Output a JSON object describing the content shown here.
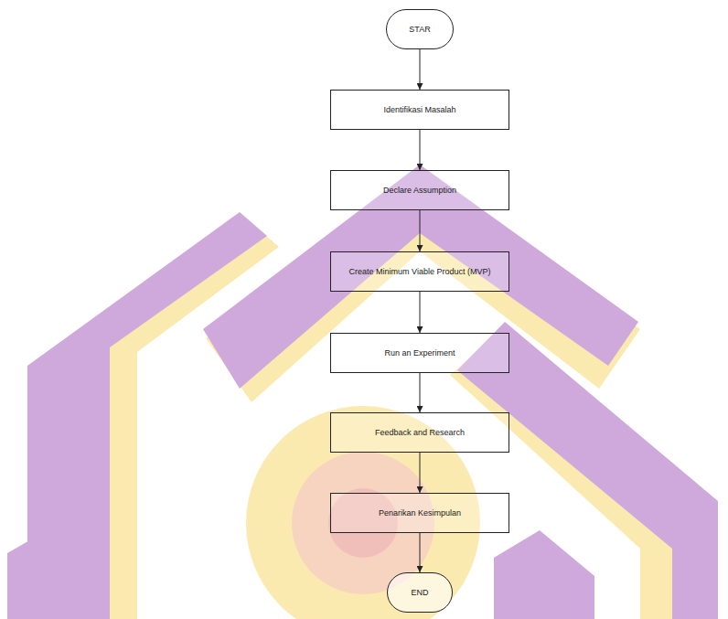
{
  "diagram": {
    "nodes": [
      {
        "text": [
          "STAR"
        ]
      },
      {
        "text": [
          "Identifikasi Masalah"
        ]
      },
      {
        "text": [
          "Declare Assumption"
        ]
      },
      {
        "text": [
          "Create Minimum Viable Product (MVP)"
        ]
      },
      {
        "text": [
          "Run an Experiment"
        ]
      },
      {
        "text": [
          "Feedback and Research"
        ]
      },
      {
        "text": [
          "Penarikan Kesimpulan"
        ]
      },
      {
        "text": [
          "END"
        ]
      }
    ],
    "edges": [
      {
        "from": 0,
        "to": 1,
        "arrow": "to"
      },
      {
        "from": 1,
        "to": 2,
        "arrow": "to"
      },
      {
        "from": 2,
        "to": 3,
        "arrow": "to"
      },
      {
        "from": 3,
        "to": 4,
        "arrow": "to"
      },
      {
        "from": 4,
        "to": 5,
        "arrow": "to"
      },
      {
        "from": 5,
        "to": 6,
        "arrow": "to"
      },
      {
        "from": 6,
        "to": 7,
        "arrow": "to"
      }
    ]
  }
}
